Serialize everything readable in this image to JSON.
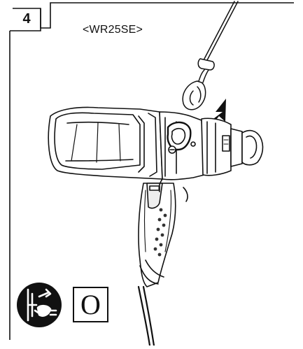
{
  "figure": {
    "step_number": "4",
    "model_label": "<WR25SE>",
    "mode_symbol": "O"
  },
  "icons": {
    "unplug": "unplug-power-icon",
    "arrow": "arrow-icon",
    "tool": "impact-wrench-illustration",
    "lanyard": "lanyard-hook-illustration"
  },
  "colors": {
    "line": "#111111",
    "background": "#ffffff"
  }
}
